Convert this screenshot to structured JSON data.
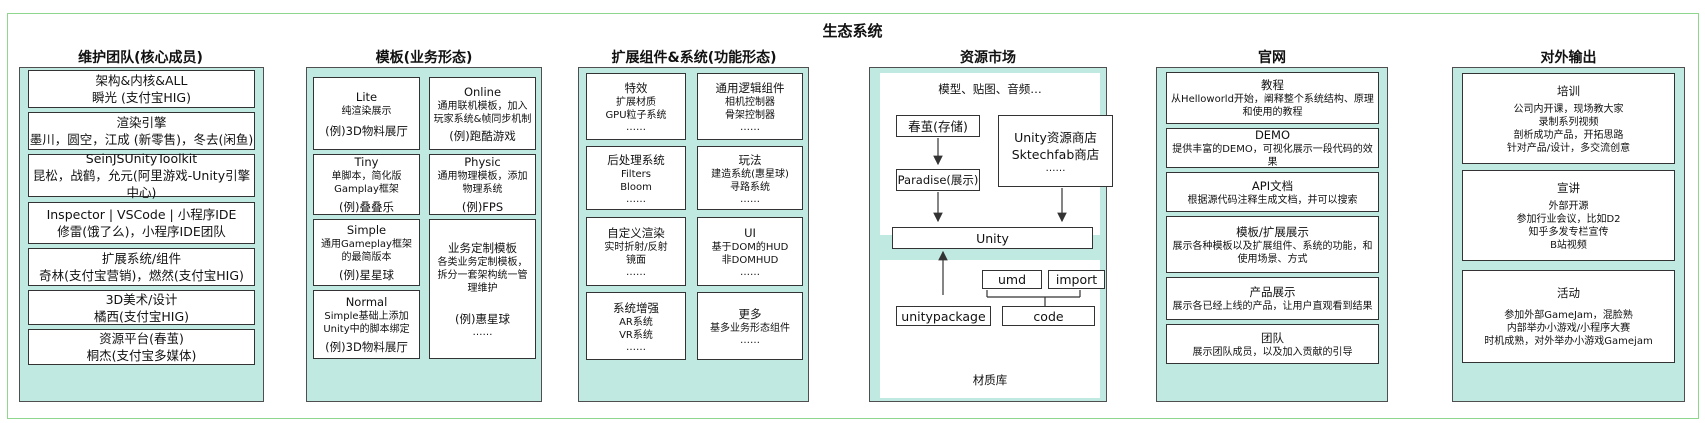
{
  "title": "生态系统",
  "col1": {
    "title": "维护团队(核心成员)",
    "items": [
      {
        "t": "架构&内核&ALL",
        "d": "瞬光 (支付宝HIG)"
      },
      {
        "t": "渲染引擎",
        "d": "墨川，圆空，江成 (新零售)，冬去(闲鱼)"
      },
      {
        "t": "SeinJSUnityToolkit",
        "d": "昆松，战鹤，允元(阿里游戏-Unity引擎中心)"
      },
      {
        "t": "Inspector | VSCode | 小程序IDE",
        "d": "修雷(饿了么)，小程序IDE团队"
      },
      {
        "t": "扩展系统/组件",
        "d": "奇林(支付宝营销)，燃然(支付宝HIG)"
      },
      {
        "t": "3D美术/设计",
        "d": "橘西(支付宝HIG)"
      },
      {
        "t": "资源平台(春茧)",
        "d": "桐杰(支付宝多媒体)"
      }
    ]
  },
  "col2": {
    "title": "模板(业务形态)",
    "items": [
      {
        "t": "Lite",
        "d": "纯渲染展示",
        "e": "(例)3D物料展厅"
      },
      {
        "t": "Online",
        "d": "通用联机模板，加入玩家系统&帧同步机制",
        "e": "(例)跑酷游戏"
      },
      {
        "t": "Tiny",
        "d": "单脚本，简化版Gamplay框架",
        "e": "(例)叠叠乐"
      },
      {
        "t": "Physic",
        "d": "通用物理模板，添加物理系统",
        "e": "(例)FPS"
      },
      {
        "t": "Simple",
        "d": "通用Gameplay框架的最简版本",
        "e": "(例)星星球"
      },
      {
        "t": "业务定制模板",
        "d": "各类业务定制模板，拆分一套架构统一管理维护",
        "e": "(例)惠星球",
        "x": "……"
      },
      {
        "t": "Normal",
        "d": "Simple基础上添加Unity中的脚本绑定",
        "e": "(例)3D物料展厅"
      }
    ]
  },
  "col3": {
    "title": "扩展组件&系统(功能形态)",
    "items": [
      {
        "t": "特效",
        "d1": "扩展材质",
        "d2": "GPU粒子系统",
        "x": "……"
      },
      {
        "t": "通用逻辑组件",
        "d1": "相机控制器",
        "d2": "骨架控制器",
        "x": "……"
      },
      {
        "t": "后处理系统",
        "d1": "Filters",
        "d2": "Bloom",
        "x": "……"
      },
      {
        "t": "玩法",
        "d1": "建造系统(惠星球)",
        "d2": "寻路系统",
        "x": "……"
      },
      {
        "t": "自定义渲染",
        "d1": "实时折射/反射",
        "d2": "镜面",
        "x": "……"
      },
      {
        "t": "UI",
        "d1": "基于DOM的HUD",
        "d2": "非DOMHUD",
        "x": "……"
      },
      {
        "t": "系统增强",
        "d1": "AR系统",
        "d2": "VR系统",
        "x": "……"
      },
      {
        "t": "更多",
        "d1": "基多业务形态组件",
        "d2": "",
        "x": "……"
      }
    ]
  },
  "col4": {
    "title": "资源市场",
    "top_label": "模型、贴图、音频…",
    "chunjian": "春茧(存储)",
    "paradise": "Paradise(展示)",
    "store1": "Unity资源商店",
    "store2": "Sktechfab商店",
    "store_dots": "……",
    "unity": "Unity",
    "umd": "umd",
    "import": "import",
    "unitypackage": "unitypackage",
    "code": "code",
    "library": "材质库"
  },
  "col5": {
    "title": "官网",
    "items": [
      {
        "t": "教程",
        "d": "从Helloworld开始，阐释整个系统结构、原理和使用的教程"
      },
      {
        "t": "DEMO",
        "d": "提供丰富的DEMO，可视化展示一段代码的效果"
      },
      {
        "t": "API文档",
        "d": "根据源代码注释生成文档，并可以搜索"
      },
      {
        "t": "模板/扩展展示",
        "d": "展示各种模板以及扩展组件、系统的功能，和使用场景、方式"
      },
      {
        "t": "产品展示",
        "d": "展示各已经上线的产品，让用户直观看到结果"
      },
      {
        "t": "团队",
        "d": "展示团队成员，以及加入贡献的引导"
      }
    ]
  },
  "col6": {
    "title": "对外输出",
    "items": [
      {
        "t": "培训",
        "lines": [
          "公司内开课，现场教大家",
          "录制系列视频",
          "剖析成功产品，开拓思路",
          "针对产品/设计，多交流创意"
        ]
      },
      {
        "t": "宣讲",
        "lines": [
          "外部开源",
          "参加行业会议，比如D2",
          "知乎多发专栏宣传",
          "B站视频"
        ]
      },
      {
        "t": "活动",
        "lines": [
          "参加外部GameJam，混脸熟",
          "内部举办小游戏/小程序大赛",
          "时机成熟，对外举办小游戏Gamejam"
        ]
      }
    ]
  }
}
